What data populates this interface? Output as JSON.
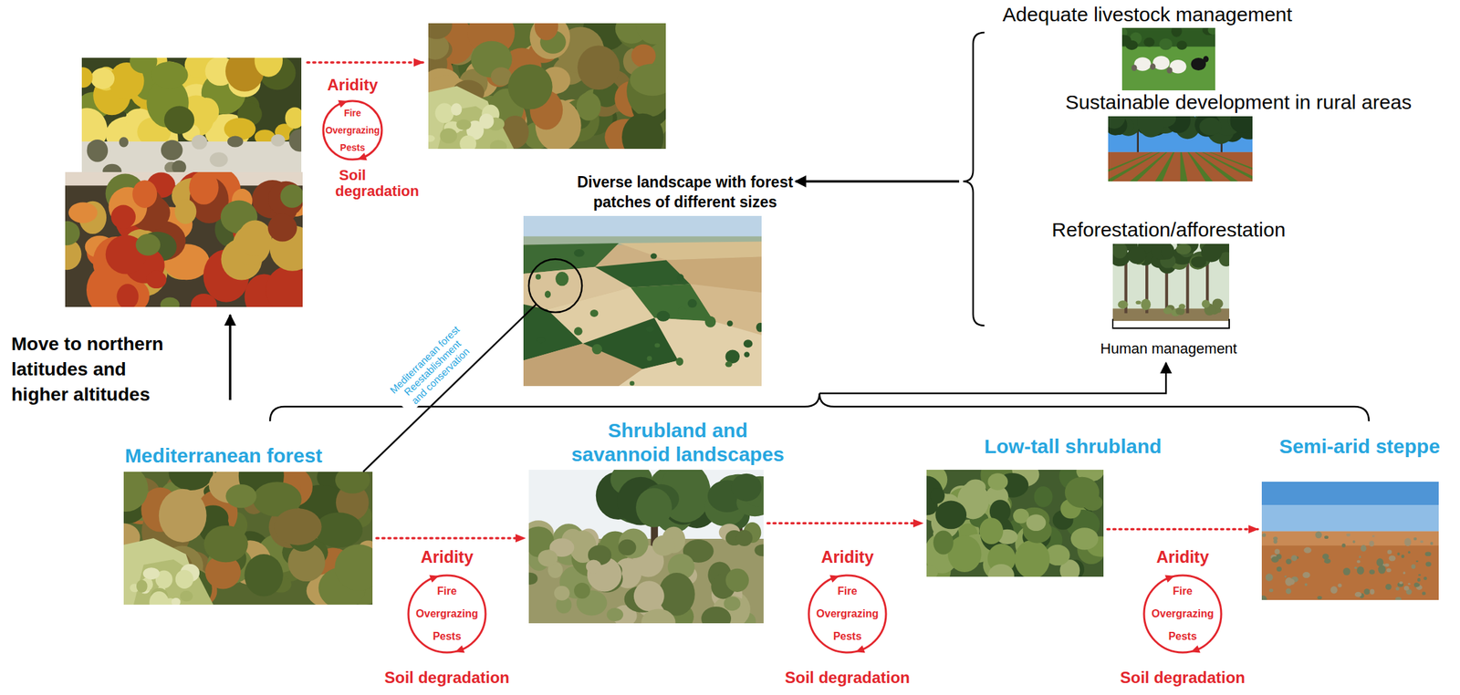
{
  "diagram": {
    "nodes": [
      {
        "text": [
          "Aridity",
          "Fire Overgrazing Pests",
          "Soil degradation"
        ]
      },
      {
        "text": [
          "Diverse landscape with forest patches of different sizes"
        ]
      },
      {
        "text": [
          "Mediterranean forest"
        ]
      },
      {
        "text": [
          "Aridity",
          "Fire Overgrazing Pests",
          "Soil degradation"
        ]
      },
      {
        "text": [
          "Shrubland and savannoid landscapes"
        ]
      },
      {
        "text": [
          "Aridity",
          "Fire Overgrazing Pests",
          "Soil degradation"
        ]
      },
      {
        "text": [
          "Low-tall shrubland"
        ]
      },
      {
        "text": [
          "Aridity",
          "Fire Overgrazing Pests",
          "Soil degradation"
        ]
      },
      {
        "text": [
          "Semi-arid steppe"
        ]
      }
    ],
    "edges": [
      {
        "from": 2,
        "to": 4,
        "arrow": "to"
      },
      {
        "from": 4,
        "to": 6,
        "arrow": "to"
      },
      {
        "from": 6,
        "to": 8,
        "arrow": "to"
      },
      {
        "from": 2,
        "to": 1,
        "arrow": "none",
        "label": "Mediterranean forest Reestablishment and conservation"
      }
    ],
    "labels": [
      "Move to northern latitudes and higher altitudes",
      "Adequate livestock management",
      "Sustainable development in rural areas",
      "Reforestation/afforestation",
      "Human management"
    ]
  }
}
